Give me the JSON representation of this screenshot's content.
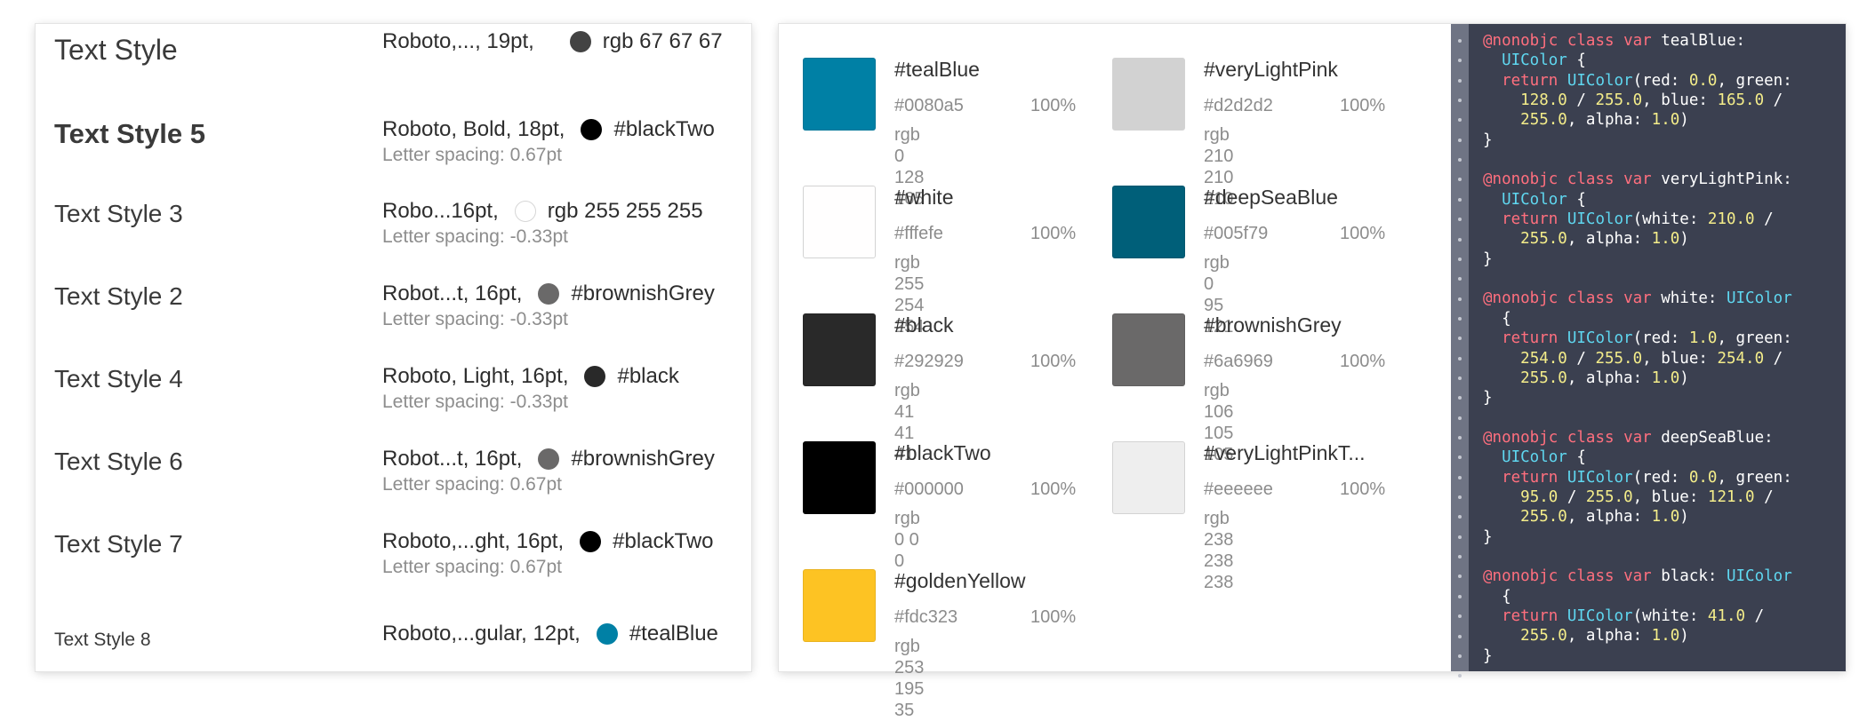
{
  "text_styles": [
    {
      "name": "Text Style",
      "font": "Roboto,..., 19pt,",
      "color_label": "rgb 67 67 67",
      "color": "#434343",
      "letter_spacing": ""
    },
    {
      "name": "Text Style 5",
      "font": "Roboto, Bold, 18pt,",
      "color_label": "#blackTwo",
      "color": "#000000",
      "letter_spacing": "Letter spacing: 0.67pt"
    },
    {
      "name": "Text Style 3",
      "font": "Robo...16pt,",
      "color_label": "rgb 255 255 255",
      "color": "#ffffff",
      "letter_spacing": "Letter spacing: -0.33pt"
    },
    {
      "name": "Text Style 2",
      "font": "Robot...t, 16pt,",
      "color_label": "#brownishGrey",
      "color": "#6a6969",
      "letter_spacing": "Letter spacing: -0.33pt"
    },
    {
      "name": "Text Style 4",
      "font": "Roboto, Light, 16pt,",
      "color_label": "#black",
      "color": "#292929",
      "letter_spacing": "Letter spacing: -0.33pt"
    },
    {
      "name": "Text Style 6",
      "font": "Robot...t, 16pt,",
      "color_label": "#brownishGrey",
      "color": "#6a6969",
      "letter_spacing": "Letter spacing: 0.67pt"
    },
    {
      "name": "Text Style 7",
      "font": "Roboto,...ght, 16pt,",
      "color_label": "#blackTwo",
      "color": "#000000",
      "letter_spacing": "Letter spacing: 0.67pt"
    },
    {
      "name": "Text Style 8",
      "font": "Roboto,...gular, 12pt,",
      "color_label": "#tealBlue",
      "color": "#0080a5",
      "letter_spacing": ""
    }
  ],
  "colors": [
    {
      "name": "#tealBlue",
      "hex": "#0080a5",
      "alpha": "100%",
      "rgb": "rgb 0 128 165",
      "swatch": "#0080a5"
    },
    {
      "name": "#veryLightPink",
      "hex": "#d2d2d2",
      "alpha": "100%",
      "rgb": "rgb 210 210 210",
      "swatch": "#d2d2d2"
    },
    {
      "name": "#white",
      "hex": "#fffefe",
      "alpha": "100%",
      "rgb": "rgb 255 254 254",
      "swatch": "#fffefe"
    },
    {
      "name": "#deepSeaBlue",
      "hex": "#005f79",
      "alpha": "100%",
      "rgb": "rgb 0 95 121",
      "swatch": "#005f79"
    },
    {
      "name": "#black",
      "hex": "#292929",
      "alpha": "100%",
      "rgb": "rgb 41 41 41",
      "swatch": "#292929"
    },
    {
      "name": "#brownishGrey",
      "hex": "#6a6969",
      "alpha": "100%",
      "rgb": "rgb 106 105 105",
      "swatch": "#6a6969"
    },
    {
      "name": "#blackTwo",
      "hex": "#000000",
      "alpha": "100%",
      "rgb": "rgb 0 0 0",
      "swatch": "#000000"
    },
    {
      "name": "#veryLightPinkT...",
      "hex": "#eeeeee",
      "alpha": "100%",
      "rgb": "rgb 238 238 238",
      "swatch": "#eeeeee"
    },
    {
      "name": "#goldenYellow",
      "hex": "#fdc323",
      "alpha": "100%",
      "rgb": "rgb 253 195 35",
      "swatch": "#fdc323"
    }
  ],
  "code_lines": [
    "@nonobjc class var tealBlue:",
    "  UIColor {",
    "  return UIColor(red: 0.0, green:",
    "    128.0 / 255.0, blue: 165.0 /",
    "    255.0, alpha: 1.0)",
    "}",
    "",
    "@nonobjc class var veryLightPink:",
    "  UIColor {",
    "  return UIColor(white: 210.0 /",
    "    255.0, alpha: 1.0)",
    "}",
    "",
    "@nonobjc class var white: UIColor",
    "  {",
    "  return UIColor(red: 1.0, green:",
    "    254.0 / 255.0, blue: 254.0 /",
    "    255.0, alpha: 1.0)",
    "}",
    "",
    "@nonobjc class var deepSeaBlue:",
    "  UIColor {",
    "  return UIColor(red: 0.0, green:",
    "    95.0 / 255.0, blue: 121.0 /",
    "    255.0, alpha: 1.0)",
    "}",
    "",
    "@nonobjc class var black: UIColor",
    "  {",
    "  return UIColor(white: 41.0 /",
    "    255.0, alpha: 1.0)",
    "}"
  ],
  "code_colors": {
    "keyword": "#ff6f7e",
    "type": "#5fd7f0",
    "number": "#f4ed8a",
    "background": "#3b4050"
  }
}
